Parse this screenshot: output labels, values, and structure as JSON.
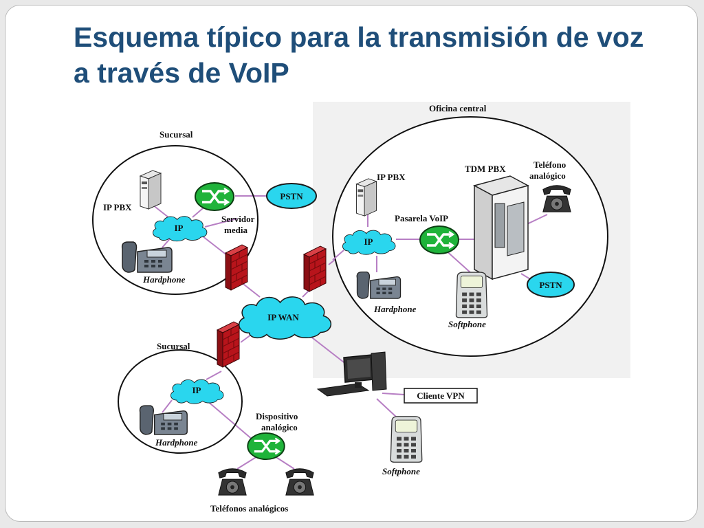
{
  "slide": {
    "title": "Esquema típico para la transmisión de voz a través de VoIP"
  },
  "diagram": {
    "branch_top": {
      "title": "Sucursal",
      "ip_pbx": "IP PBX",
      "cloud": "IP",
      "media_server_line1": "Servidor",
      "media_server_line2": "media",
      "pstn": "PSTN",
      "hardphone": "Hardphone"
    },
    "central_office": {
      "title": "Oficina central",
      "ip_pbx": "IP PBX",
      "tdm_pbx": "TDM PBX",
      "analog_phone_line1": "Teléfono",
      "analog_phone_line2": "analógico",
      "voip_gateway": "Pasarela VoIP",
      "cloud": "IP",
      "hardphone": "Hardphone",
      "softphone": "Softphone",
      "pstn": "PSTN"
    },
    "wan": {
      "cloud": "IP WAN"
    },
    "branch_bottom": {
      "title": "Sucursal",
      "cloud": "IP",
      "hardphone": "Hardphone",
      "analog_device_line1": "Dispositivo",
      "analog_device_line2": "analógico",
      "analog_phones": "Teléfonos analógicos"
    },
    "remote": {
      "vpn_client": "Cliente VPN",
      "softphone": "Softphone"
    },
    "colors": {
      "cloud": "#2ad6ee",
      "gateway": "#1fb33a",
      "firewall": "#b8141b",
      "link": "#b77fc4",
      "title": "#1f4e79"
    }
  }
}
